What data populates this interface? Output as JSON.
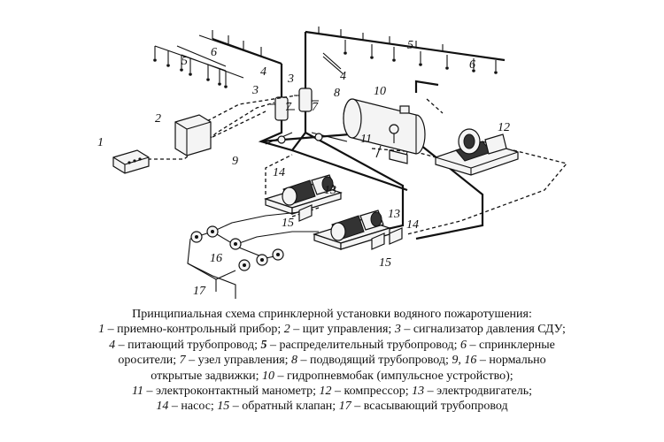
{
  "caption": {
    "title": "Принципиальная схема спринклерной установки водяного пожаротушения:",
    "lines": [
      [
        "1",
        " – приемно-контрольный прибор; ",
        "2",
        " – щит управления; ",
        "3",
        " – сигнализатор давления СДУ;"
      ],
      [
        "4",
        " – питающий трубопровод; ",
        "5",
        " – распределительный трубопровод; ",
        "6",
        " – спринклерные"
      ],
      [
        "оросители; ",
        "7",
        " – узел управления; ",
        "8",
        " – подводящий трубопровод; ",
        "9, 16",
        " – нормально"
      ],
      [
        "открытые задвижки; ",
        "10",
        " – гидропневмобак (импульсное устройство);"
      ],
      [
        "11",
        " – электроконтактный манометр; ",
        "12",
        " – компрессор; ",
        "13",
        " – электродвигатель;"
      ],
      [
        "14",
        " – насос; ",
        "15",
        " – обратный клапан; ",
        "17",
        " – всасывающий трубопровод"
      ]
    ]
  },
  "labels": {
    "l1": "1",
    "l2": "2",
    "l3a": "3",
    "l3b": "3",
    "l4a": "4",
    "l4b": "4",
    "l5a": "5",
    "l5b": "5",
    "l6a": "6",
    "l6b": "6",
    "l7a": "7",
    "l7b": "7",
    "l8": "8",
    "l9": "9",
    "l10": "10",
    "l11": "11",
    "l12": "12",
    "l13a": "13",
    "l13b": "13",
    "l14a": "14",
    "l14b": "14",
    "l15a": "15",
    "l15b": "15",
    "l16": "16",
    "l17": "17"
  }
}
